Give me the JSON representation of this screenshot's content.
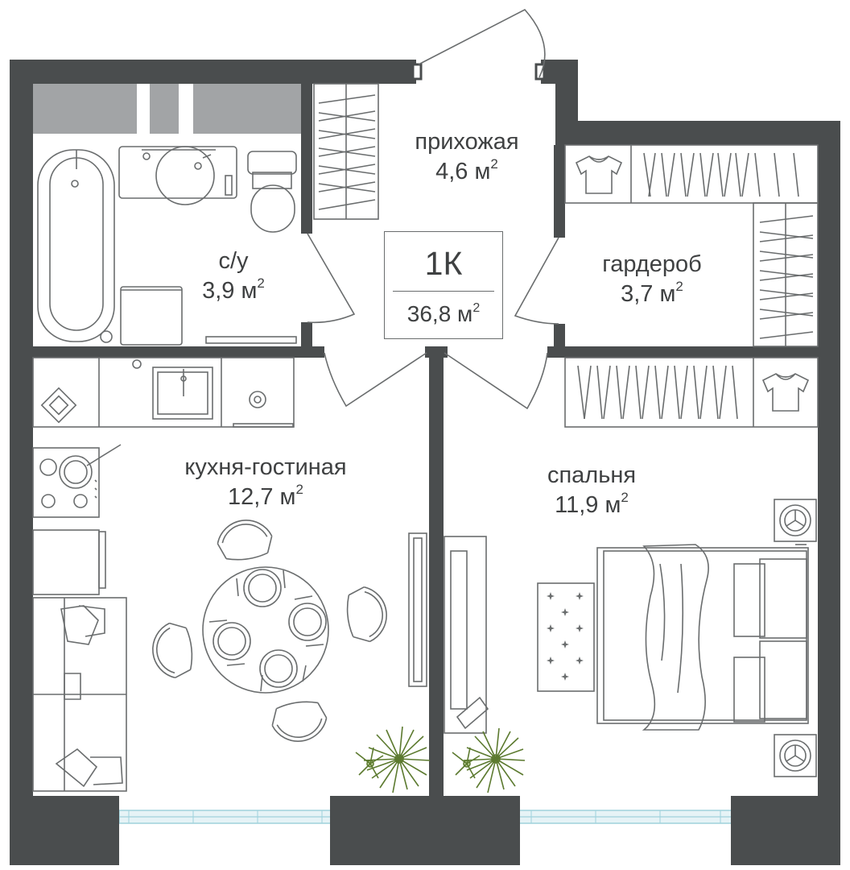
{
  "plan": {
    "type_label": "1К",
    "total_area": "36,8 м",
    "area_unit_sup": "2"
  },
  "rooms": {
    "hallway": {
      "name": "прихожая",
      "area": "4,6 м"
    },
    "bathroom": {
      "name": "с/у",
      "area": "3,9 м"
    },
    "wardrobe": {
      "name": "гардероб",
      "area": "3,7 м"
    },
    "kitchen": {
      "name": "кухня-гостиная",
      "area": "12,7 м"
    },
    "bedroom": {
      "name": "спальня",
      "area": "11,9 м"
    }
  },
  "colors": {
    "wall": "#4a4d4e",
    "line": "#6a6d6e",
    "window_fill": "#e6f3f6",
    "window_line": "#9fd2dc",
    "bath_window": "#a2a4a6",
    "plant": "#5c7a2f",
    "text": "#3f4142"
  }
}
